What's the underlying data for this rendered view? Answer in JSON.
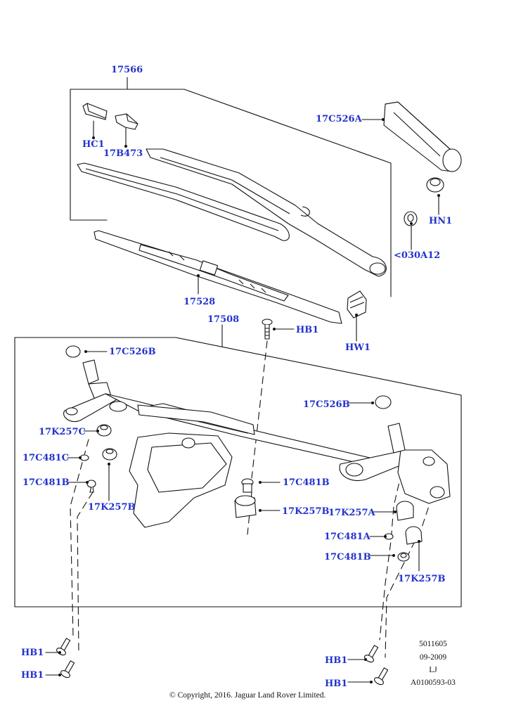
{
  "labels": {
    "l17566": "17566",
    "l17C526A": "17C526A",
    "lHC1": "HC1",
    "l17B473": "17B473",
    "lHN1": "HN1",
    "l030A12": "<030A12",
    "l17528": "17528",
    "l17508": "17508",
    "lHB1_top": "HB1",
    "lHW1": "HW1",
    "l17C526B_left": "17C526B",
    "l17C526B_right": "17C526B",
    "l17K257C": "17K257C",
    "l17C481C": "17C481C",
    "l17C481B_left": "17C481B",
    "l17K257B_left": "17K257B",
    "l17C481B_center": "17C481B",
    "l17K257B_center": "17K257B",
    "l17K257A": "17K257A",
    "l17C481A": "17C481A",
    "l17C481B_right": "17C481B",
    "l17K257B_right": "17K257B",
    "lHB1_bl1": "HB1",
    "lHB1_bl2": "HB1",
    "lHB1_br1": "HB1",
    "lHB1_br2": "HB1"
  },
  "meta": {
    "ref_number": "5011605",
    "date": "09-2009",
    "initials": "LJ",
    "drawing_id": "A0100593-03",
    "copyright": "© Copyright, 2016. Jaguar Land Rover Limited."
  },
  "colors": {
    "label": "#2233cc",
    "line": "#111111",
    "fill": "#ffffff",
    "shade": "#d9d9d9"
  }
}
